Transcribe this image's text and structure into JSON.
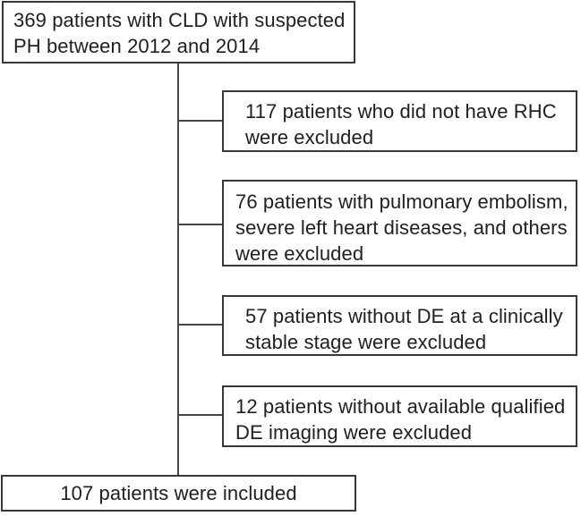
{
  "flowchart": {
    "top_box": {
      "lines": [
        "369 patients with CLD with suspected",
        "PH between 2012 and 2014"
      ]
    },
    "exclusion_boxes": [
      {
        "lines": [
          "117 patients who did not have RHC",
          "were excluded"
        ]
      },
      {
        "lines": [
          "76 patients with pulmonary embolism,",
          "severe left heart diseases, and others",
          "were excluded"
        ]
      },
      {
        "lines": [
          "57 patients without DE at a clinically",
          "stable stage were excluded"
        ]
      },
      {
        "lines": [
          "12 patients without available qualified",
          "DE imaging were excluded"
        ]
      }
    ],
    "bottom_box": {
      "text": "107 patients were included"
    },
    "colors": {
      "background": "#ffffff",
      "border": "#383838",
      "connector": "#454545",
      "text": "#202020"
    }
  }
}
